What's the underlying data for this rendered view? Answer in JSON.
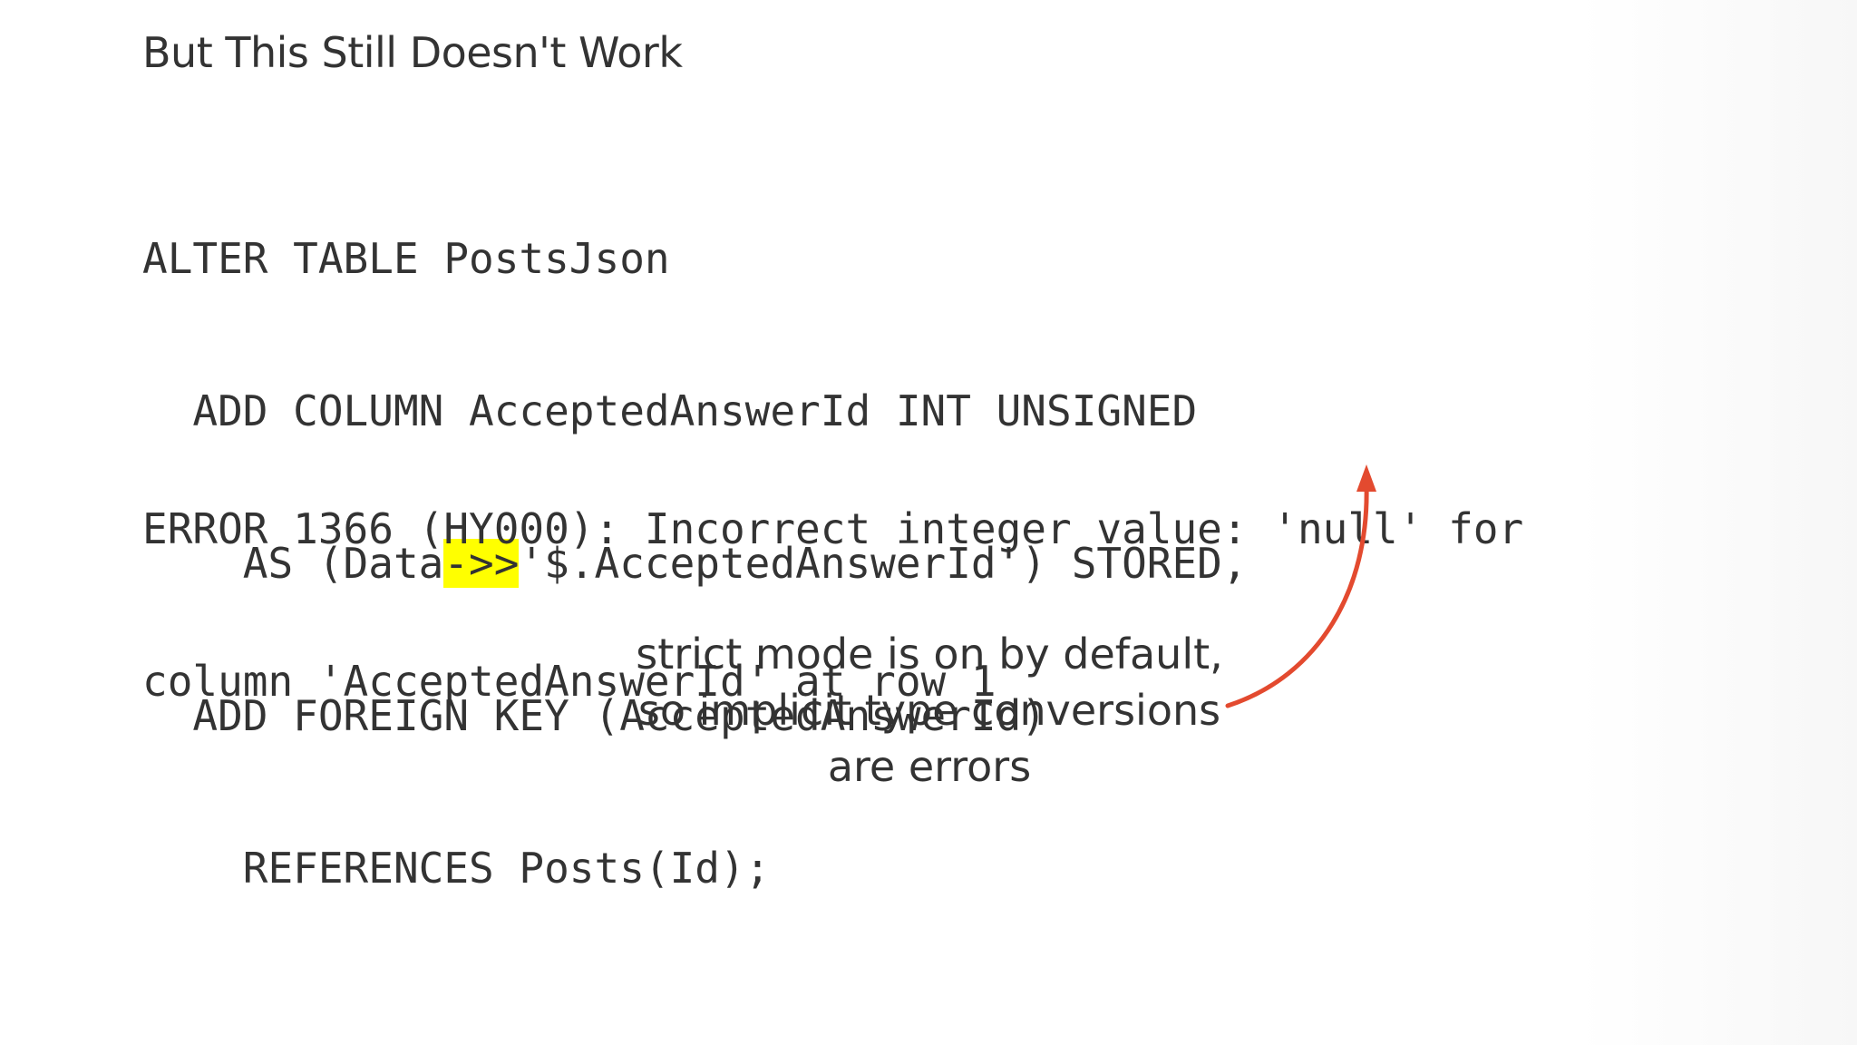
{
  "title": "But This Still Doesn't Work",
  "code": {
    "line1": "ALTER TABLE PostsJson",
    "line2": "  ADD COLUMN AcceptedAnswerId INT UNSIGNED",
    "line3_before": "    AS (Data",
    "line3_highlight": "->>",
    "line3_after": "'$.AcceptedAnswerId') STORED,",
    "line4": "  ADD FOREIGN KEY (AcceptedAnswerId)",
    "line5": "    REFERENCES Posts(Id);"
  },
  "error": {
    "line1": "ERROR 1366 (HY000): Incorrect integer value: 'null' for",
    "line2": "column 'AcceptedAnswerId' at row 1"
  },
  "annotation": {
    "line1": "strict mode is on by default,",
    "line2": "so implicit type conversions",
    "line3": "are errors"
  },
  "colors": {
    "text": "#333333",
    "highlight": "#ffff00",
    "arrow": "#e34a2f"
  }
}
